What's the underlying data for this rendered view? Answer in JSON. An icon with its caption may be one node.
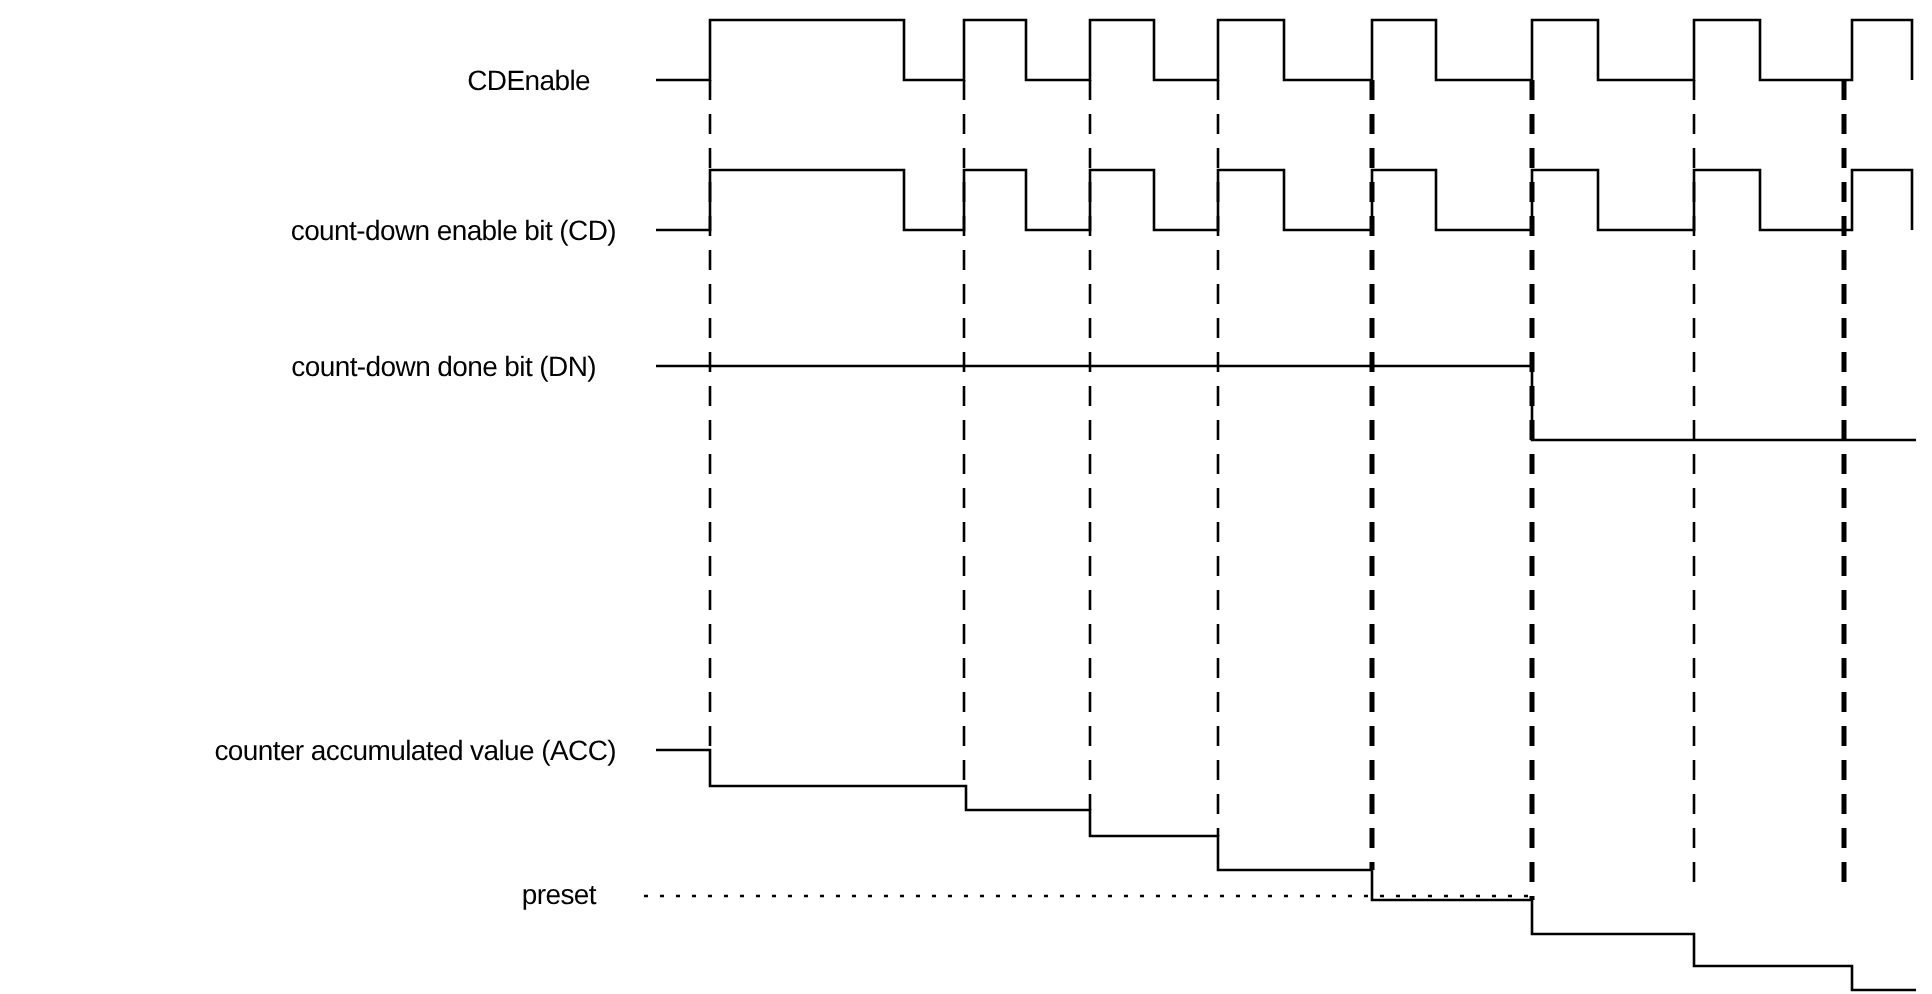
{
  "diagram": {
    "labels": [
      "CDEnable",
      "count-down enable bit (CD)",
      "count-down done bit (DN)",
      "counter accumulated value (ACC)",
      "preset"
    ]
  }
}
